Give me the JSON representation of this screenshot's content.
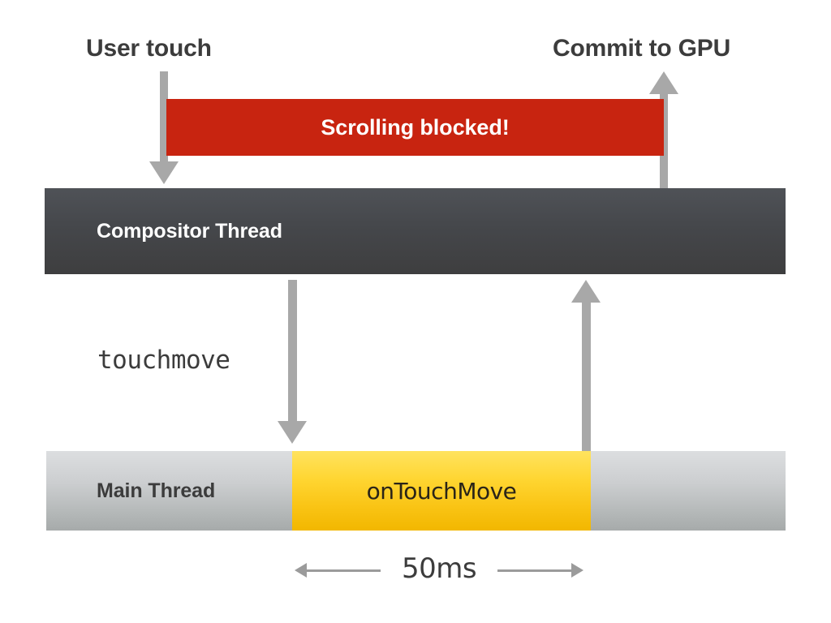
{
  "diagram": {
    "title_labels": {
      "user_touch": "User touch",
      "commit_to_gpu": "Commit to GPU"
    },
    "blocked_bar": {
      "label": "Scrolling blocked!",
      "color": "#c82410",
      "text_color": "#ffffff"
    },
    "compositor_thread": {
      "label": "Compositor Thread",
      "color_top": "#4f5257",
      "color_bottom": "#3e3e3f",
      "text_color": "#ffffff"
    },
    "event_label": "touchmove",
    "main_thread": {
      "label": "Main Thread",
      "color_top": "#dcdee0",
      "color_bottom": "#a6aaaa",
      "text_color": "#3c3c3c"
    },
    "handler_block": {
      "label": "onTouchMove",
      "color_top": "#ffe35f",
      "color_bottom": "#f2b700",
      "text_color": "#2a2418"
    },
    "duration_measure": {
      "label": "50ms",
      "line_color": "#9b9b9b"
    },
    "arrow_color": "#a8a8a8",
    "background": "#ffffff"
  }
}
